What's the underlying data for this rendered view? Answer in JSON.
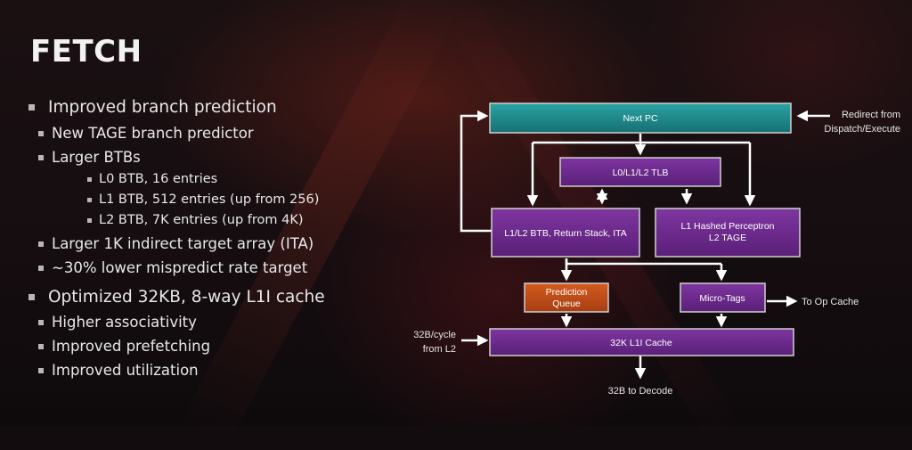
{
  "slide": {
    "title": "FETCH"
  },
  "bullets": {
    "b1": "Improved branch prediction",
    "b1a": "New TAGE branch predictor",
    "b1b": "Larger BTBs",
    "b1b1": "L0 BTB, 16 entries",
    "b1b2": "L1 BTB, 512 entries (up from 256)",
    "b1b3": "L2 BTB, 7K entries (up from 4K)",
    "b1c": "Larger 1K indirect target array (ITA)",
    "b1d": "~30% lower mispredict rate target",
    "b2": "Optimized 32KB, 8-way L1I cache",
    "b2a": "Higher associativity",
    "b2b": "Improved prefetching",
    "b2c": "Improved utilization"
  },
  "diagram": {
    "next_pc": "Next PC",
    "tlb": "L0/L1/L2 TLB",
    "btb": "L1/L2 BTB, Return Stack, ITA",
    "perceptron_l1": "L1 Hashed Perceptron",
    "perceptron_l2": "L2 TAGE",
    "pred_queue_l1": "Prediction",
    "pred_queue_l2": "Queue",
    "micro_tags": "Micro-Tags",
    "l1i_cache": "32K L1I Cache",
    "redirect_l1": "Redirect from",
    "redirect_l2": "Dispatch/Execute",
    "to_op_cache": "To Op Cache",
    "fill_l1": "32B/cycle",
    "fill_l2": "from L2",
    "to_decode": "32B to Decode"
  },
  "colors": {
    "teal": "#1f8e8e",
    "purple": "#6e2a8e",
    "orange": "#c4501a",
    "box_border": "#c8c8c8"
  }
}
